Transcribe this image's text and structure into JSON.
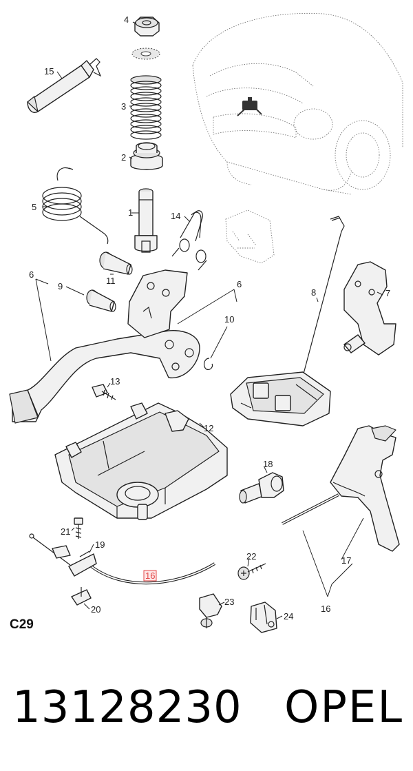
{
  "diagram": {
    "section_code": "C29",
    "callouts": {
      "c1": "1",
      "c2": "2",
      "c3": "3",
      "c4": "4",
      "c5": "5",
      "c6a": "6",
      "c6b": "6",
      "c7": "7",
      "c8": "8",
      "c9": "9",
      "c10": "10",
      "c11": "11",
      "c12": "12",
      "c13": "13",
      "c14": "14",
      "c15": "15",
      "c16a": "16",
      "c16b": "16",
      "c17": "17",
      "c18": "18",
      "c19": "19",
      "c20": "20",
      "c21": "21",
      "c22": "22",
      "c23": "23",
      "c24": "24"
    },
    "highlight_color": "#e34a4a"
  },
  "footer": {
    "part_number": "13128230",
    "brand": "OPEL"
  }
}
